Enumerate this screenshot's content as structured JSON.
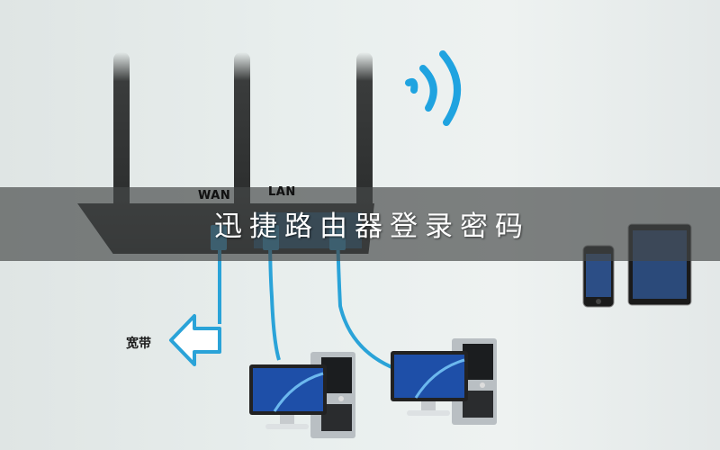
{
  "overlay": {
    "title": "迅捷路由器登录密码"
  },
  "router": {
    "port_labels": {
      "wan": "WAN",
      "lan": "LAN"
    },
    "antennas": 3
  },
  "broadband": {
    "label": "宽带"
  },
  "wifi_signal": {
    "bars": 3
  },
  "devices": {
    "computers": 2,
    "mobile": [
      "phone",
      "tablet"
    ]
  },
  "colors": {
    "cable_blue": "#2aa3d8",
    "signal_blue": "#1fa3e0",
    "overlay_band": "#505252",
    "background": "#e9efee"
  }
}
